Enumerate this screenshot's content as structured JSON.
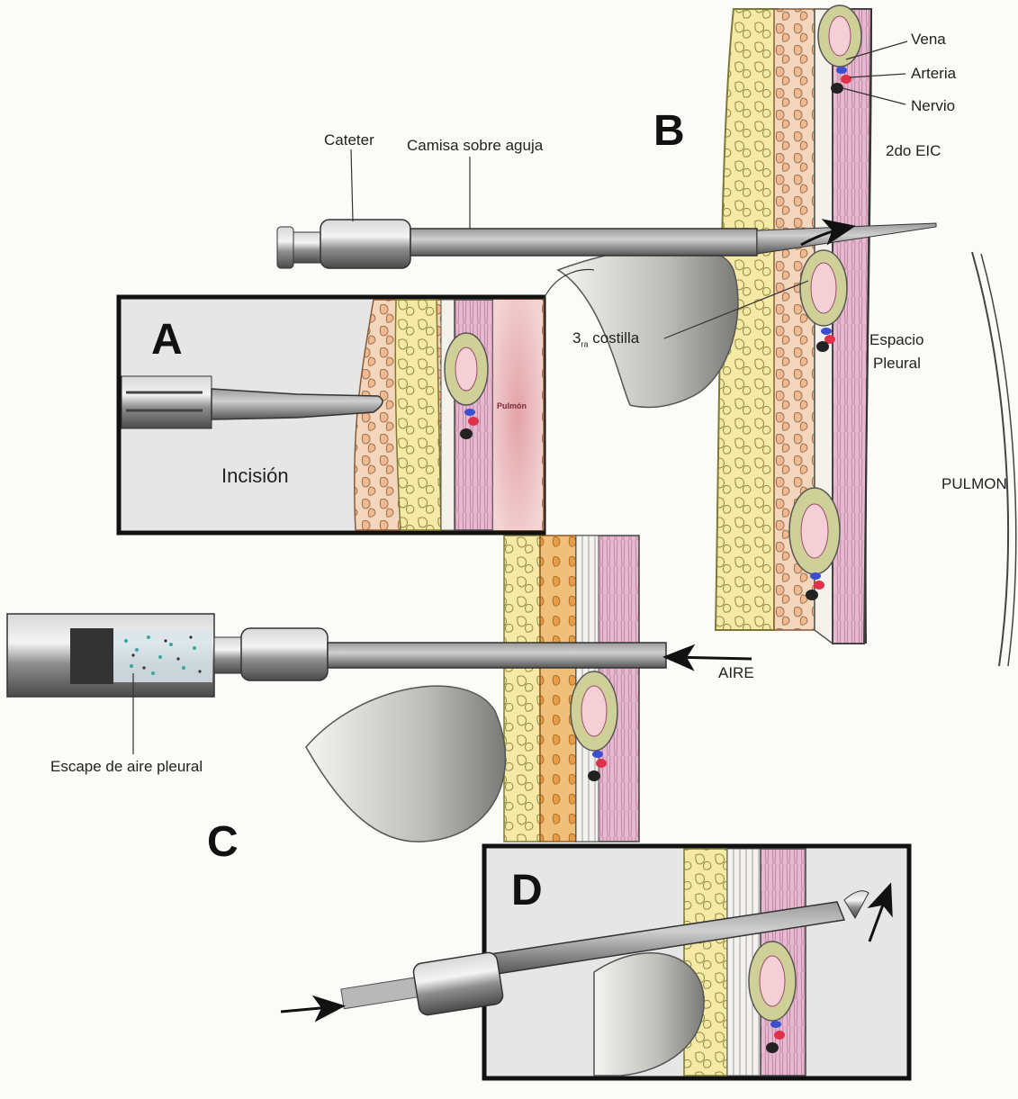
{
  "figure": {
    "panels": {
      "A": {
        "letter": "A",
        "incision": "Incisión",
        "lung_small": "Pulmón"
      },
      "B": {
        "letter": "B",
        "cateter": "Cateter",
        "camisa": "Camisa sobre aguja",
        "vena": "Vena",
        "arteria": "Arteria",
        "nervio": "Nervio",
        "eic": "2do EIC",
        "costilla_num": "3",
        "costilla_sup": "ra",
        "costilla_word": "costilla",
        "espacio": "Espacio",
        "pleural": "Pleural",
        "pulmon": "PULMON"
      },
      "C": {
        "letter": "C",
        "aire": "AIRE",
        "escape": "Escape de aire pleural"
      },
      "D": {
        "letter": "D"
      }
    },
    "colors": {
      "muscle": "#e6b6cf",
      "muscle_line": "#b3768f",
      "fat": "#f2e6a0",
      "fat_line": "#8f8a3a",
      "tissue": "#f3d0b5",
      "tissue_line": "#9a6a4a",
      "orange_layer": "#e9a85a",
      "rib": "#c9c9a0",
      "metal": "#8a8a8a",
      "vein": "#3b4fd0",
      "artery": "#e0304a",
      "nerve": "#2a2a2a",
      "pleura": "#6d6d6d"
    }
  }
}
